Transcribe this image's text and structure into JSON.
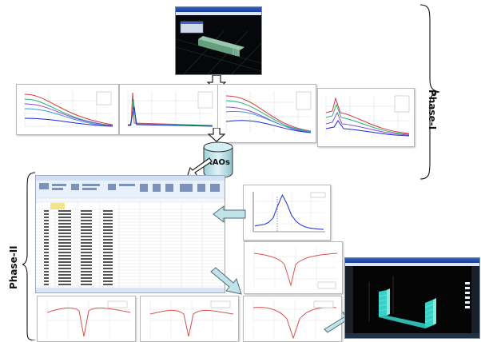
{
  "phases": {
    "phase1": {
      "label": "Phase-I"
    },
    "phase2": {
      "label": "Phase-II"
    }
  },
  "database": {
    "label": "RAOs"
  },
  "colors": {
    "arrow_fill": "#bfe3e9",
    "arrow_stroke": "#4f6a7a",
    "plot_red": "#d9534f",
    "plot_blue": "#2a3fd3",
    "model_cyan": "#36d1c7",
    "window_blue": "#2d5fc8"
  },
  "chart_data": {
    "type": "line",
    "series": [
      {
        "values": [
          0.12,
          0.14,
          0.16,
          0.22,
          0.35,
          0.7,
          1.0,
          0.75,
          0.42,
          0.25,
          0.15,
          0.09,
          0.06,
          0.04,
          0.03,
          0.02
        ]
      }
    ]
  }
}
